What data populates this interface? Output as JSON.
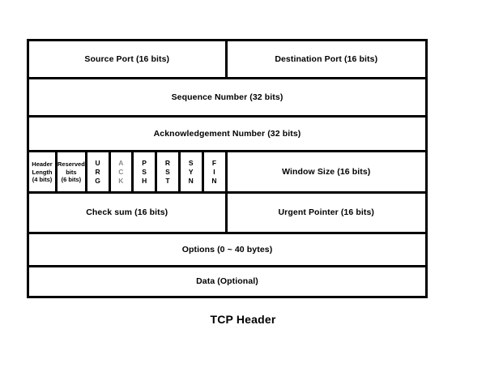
{
  "figure": {
    "caption": "TCP Header",
    "background_color": "#ffffff",
    "border_color": "#000000",
    "text_color": "#000000",
    "muted_text_color": "#8a8a8a"
  },
  "rows": {
    "ports": {
      "source": "Source Port (16 bits)",
      "destination": "Destination Port (16 bits)"
    },
    "sequence": "Sequence Number (32 bits)",
    "acknowledgement": "Acknowledgement Number (32 bits)",
    "flags": {
      "header_length": "Header Length (4 bits)",
      "header_length_lines": [
        "Header",
        "Length",
        "(4 bits)"
      ],
      "reserved": "Reserved bits (6 bits)",
      "reserved_lines": [
        "Reserved",
        "bits",
        "(6 bits)"
      ],
      "bits": [
        {
          "name": "URG",
          "letters": [
            "U",
            "R",
            "G"
          ],
          "color": "#000000"
        },
        {
          "name": "ACK",
          "letters": [
            "A",
            "C",
            "K"
          ],
          "color": "#8a8a8a"
        },
        {
          "name": "PSH",
          "letters": [
            "P",
            "S",
            "H"
          ],
          "color": "#000000"
        },
        {
          "name": "RST",
          "letters": [
            "R",
            "S",
            "T"
          ],
          "color": "#000000"
        },
        {
          "name": "SYN",
          "letters": [
            "S",
            "Y",
            "N"
          ],
          "color": "#000000"
        },
        {
          "name": "FIN",
          "letters": [
            "F",
            "I",
            "N"
          ],
          "color": "#000000"
        }
      ],
      "window_size": "Window Size (16 bits)"
    },
    "checksum_row": {
      "checksum": "Check sum  (16 bits)",
      "urgent_pointer": "Urgent Pointer  (16 bits)"
    },
    "options": "Options (0 ~ 40 bytes)",
    "data": "Data (Optional)"
  }
}
